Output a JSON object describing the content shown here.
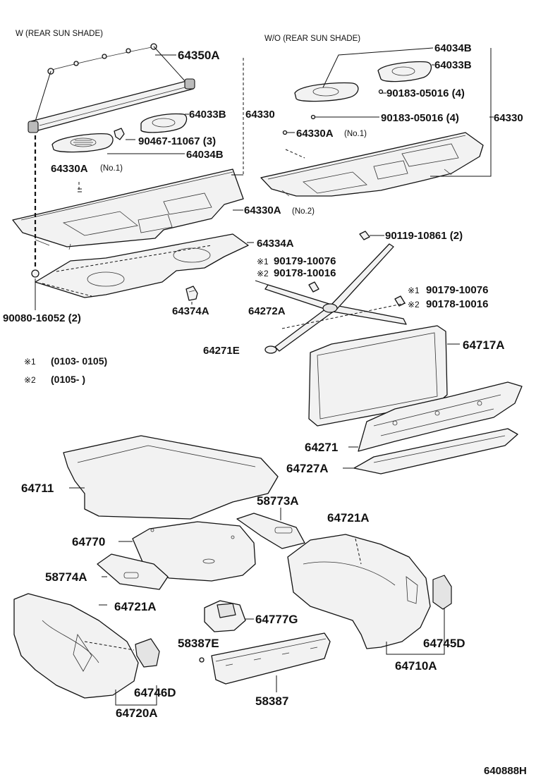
{
  "headers": {
    "with_shade": "W (REAR SUN SHADE)",
    "without_shade": "W/O (REAR SUN SHADE)"
  },
  "labels": {
    "p64350A": "64350A",
    "p64033B_left": "64033B",
    "p64330_left": "64330",
    "p90467": "90467-11067 (3)",
    "p64034B_left": "64034B",
    "p64330A_no1_left": "64330A",
    "no1_left": "(No.1)",
    "p64330A_no2": "64330A",
    "no2": "(No.2)",
    "p64334A": "64334A",
    "p90080": "90080-16052 (2)",
    "p64374A": "64374A",
    "p64034B_right": "64034B",
    "p64033B_right": "64033B",
    "p90183_a": "90183-05016 (4)",
    "p90183_b": "90183-05016 (4)",
    "p64330_right": "64330",
    "p64330A_no1_right": "64330A",
    "no1_right": "(No.1)",
    "p90119": "90119-10861 (2)",
    "mark1_a": "※1",
    "p90179_a": "90179-10076",
    "mark2_a": "※2",
    "p90178_a": "90178-10016",
    "p64272A": "64272A",
    "mark1_b": "※1",
    "p90179_b": "90179-10076",
    "mark2_b": "※2",
    "p90178_b": "90178-10016",
    "p64271E": "64271E",
    "p64717A": "64717A",
    "p64271": "64271",
    "p64727A": "64727A",
    "p64711": "64711",
    "p58773A": "58773A",
    "p64721A_right": "64721A",
    "p64770": "64770",
    "p58774A": "58774A",
    "p64721A_left": "64721A",
    "p64777G": "64777G",
    "p58387E": "58387E",
    "p64745D": "64745D",
    "p64710A": "64710A",
    "p64746D": "64746D",
    "p64720A": "64720A",
    "p58387": "58387"
  },
  "notes": {
    "mark1": "※1",
    "range1": "(0103- 0105)",
    "mark2": "※2",
    "range2": "(0105-          )"
  },
  "figure_code": "640888H"
}
